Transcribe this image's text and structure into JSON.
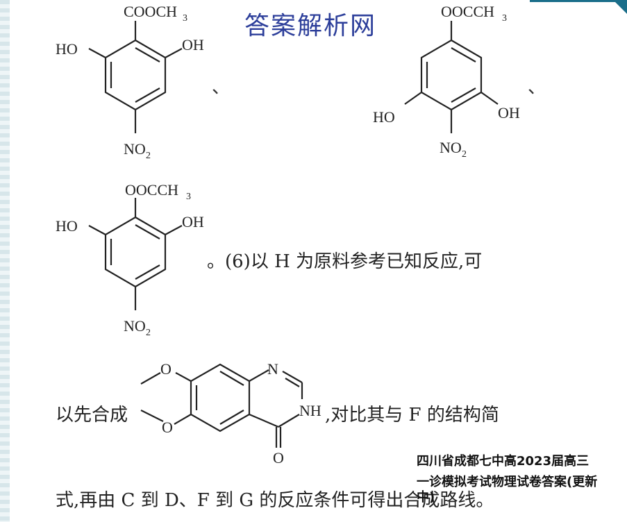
{
  "watermark": "答案解析网",
  "molecules": {
    "m1": {
      "top": "COOCH",
      "top_sub": "3",
      "left": "HO",
      "right": "OH",
      "bottom": "NO",
      "bottom_sub": "2"
    },
    "m2": {
      "top": "OOCCH",
      "top_sub": "3",
      "left": "HO",
      "right": "OH",
      "bottom": "NO",
      "bottom_sub": "2"
    },
    "m3": {
      "top": "OOCCH",
      "top_sub": "3",
      "left": "HO",
      "right": "OH",
      "bottom": "NO",
      "bottom_sub": "2"
    },
    "m4": {
      "n_top": "N",
      "nh": "NH",
      "o_top": "O",
      "o_bottom": "O",
      "o_carbonyl": "O"
    }
  },
  "separators": {
    "s1": "、",
    "s2": "、"
  },
  "text": {
    "line1": "。(6)以 H 为原料参考已知反应,可",
    "line2_a": "以先合成",
    "line2_b": ",对比其与 F 的结构简",
    "line3": "式,再由 C 到 D、F 到 G 的反应条件可得出合成路线。"
  },
  "overlay": {
    "line1": "四川省成都七中高2023届高三",
    "line2": "一诊模拟考试物理试卷答案(更新",
    "line3": "中)"
  },
  "colors": {
    "watermark": "#2c3e9a",
    "border": "#d7e6ea",
    "corner": "#1a6e8a"
  }
}
